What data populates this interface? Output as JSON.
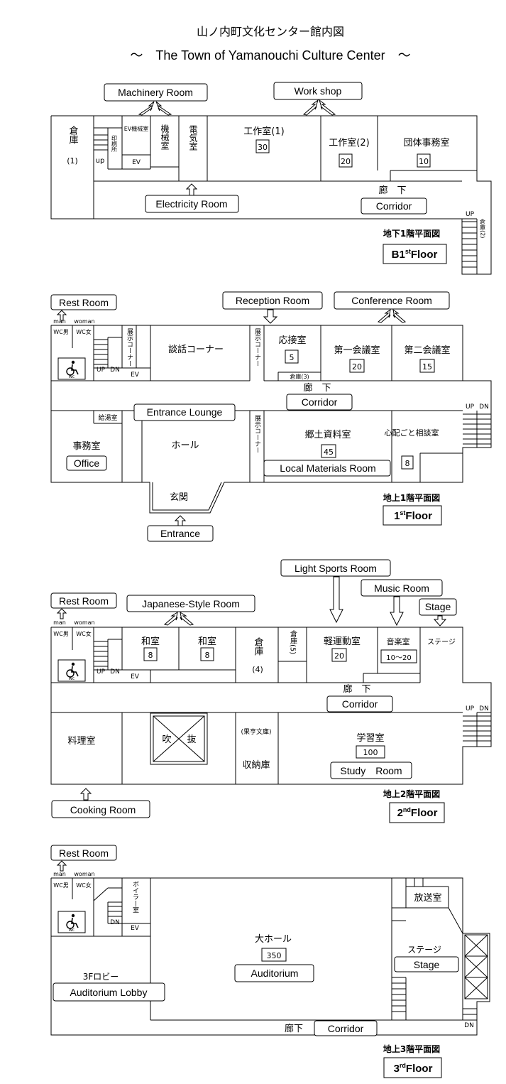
{
  "header": {
    "title_jp": "山ノ内町文化センター館内図",
    "title_en": "～　The Town of Yamanouchi Culture Center　～"
  },
  "b1": {
    "machinery": "Machinery Room",
    "workshop": "Work shop",
    "storage1": "倉庫",
    "storage1_no": "(1)",
    "up": "up",
    "print": "印刷所",
    "ev_machine": "EV機械室",
    "ev": "EV",
    "machine_room": "機械室",
    "electric_room": "電気室",
    "workshop1": "工作室(1)",
    "workshop1_cap": "30",
    "workshop2": "工作室(2)",
    "workshop2_cap": "20",
    "group_office": "団体事務室",
    "group_office_cap": "10",
    "corridor_jp": "廊　下",
    "corridor_en": "Corridor",
    "electricity": "Electricity Room",
    "stair_up": "UP",
    "storage2": "倉庫(2)",
    "floor_jp": "地下1階平面図",
    "floor_en": "B1",
    "floor_sup": "st",
    "floor_tail": "Floor"
  },
  "f1": {
    "restroom": "Rest Room",
    "man": "man",
    "woman": "woman",
    "reception": "Reception Room",
    "conference": "Conference Room",
    "wc_m": "WC男",
    "wc_w": "WC女",
    "wc": "wc",
    "exhibit_corner": "展示コーナー",
    "talk_corner": "談話コーナー",
    "up": "UP",
    "dn": "DN",
    "ev": "EV",
    "reception_jp": "応接室",
    "reception_cap": "5",
    "storage3": "倉庫(3)",
    "conf1": "第一会議室",
    "conf1_cap": "20",
    "conf2": "第二会議室",
    "conf2_cap": "15",
    "corridor_jp": "廊　下",
    "corridor_en": "Corridor",
    "stair_up": "UP",
    "stair_dn": "DN",
    "kitchenette": "給湯室",
    "lounge": "Entrance Lounge",
    "office_jp": "事務室",
    "office_en": "Office",
    "hall": "ホール",
    "local_jp": "郷土資料室",
    "local_cap": "45",
    "local_en": "Local Materials Room",
    "consult": "心配ごと相談室",
    "consult_cap": "8",
    "genkan": "玄関",
    "entrance": "Entrance",
    "floor_jp": "地上1階平面図",
    "floor_en": "1",
    "floor_sup": "st",
    "floor_tail": "Floor"
  },
  "f2": {
    "light_sports": "Light Sports Room",
    "music": "Music Room",
    "stage": "Stage",
    "restroom": "Rest Room",
    "man": "man",
    "woman": "woman",
    "japanese": "Japanese-Style Room",
    "wc_m": "WC男",
    "wc_w": "WC女",
    "wc": "wc",
    "washitsu1": "和室",
    "washitsu1_cap": "8",
    "washitsu2": "和室",
    "washitsu2_cap": "8",
    "storage4": "倉庫",
    "storage4_no": "(4)",
    "storage5": "倉庫(5)",
    "light_sports_jp": "軽運動室",
    "light_sports_cap": "20",
    "music_jp": "音楽室",
    "music_cap": "10～20",
    "stage_jp": "ステージ",
    "up": "UP",
    "dn": "DN",
    "ev": "EV",
    "corridor_jp": "廊　下",
    "corridor_en": "Corridor",
    "stair_up": "UP",
    "stair_dn": "DN",
    "cooking_jp": "料理室",
    "atrium_a": "吹",
    "atrium_b": "抜",
    "kakyo": "(果亨文庫)",
    "storage_room": "収納庫",
    "study_jp": "学習室",
    "study_cap": "100",
    "study_en": "Study　Room",
    "cooking": "Cooking Room",
    "floor_jp": "地上2階平面図",
    "floor_en": "2",
    "floor_sup": "nd",
    "floor_tail": "Floor"
  },
  "f3": {
    "restroom": "Rest Room",
    "man": "man",
    "woman": "woman",
    "wc_m": "WC男",
    "wc_w": "WC女",
    "wc": "wc",
    "boiler": "ボイラー室",
    "dn": "DN",
    "ev": "EV",
    "broadcast": "放送室",
    "hall_jp": "大ホール",
    "hall_cap": "350",
    "auditorium": "Auditorium",
    "stage_jp": "ステージ",
    "stage_en": "Stage",
    "lobby_jp": "3Fロビー",
    "lobby_en": "Auditorium Lobby",
    "corridor_jp": "廊下",
    "corridor_en": "Corridor",
    "stair_dn": "DN",
    "floor_jp": "地上3階平面図",
    "floor_en": "3",
    "floor_sup": "rd",
    "floor_tail": "Floor"
  }
}
